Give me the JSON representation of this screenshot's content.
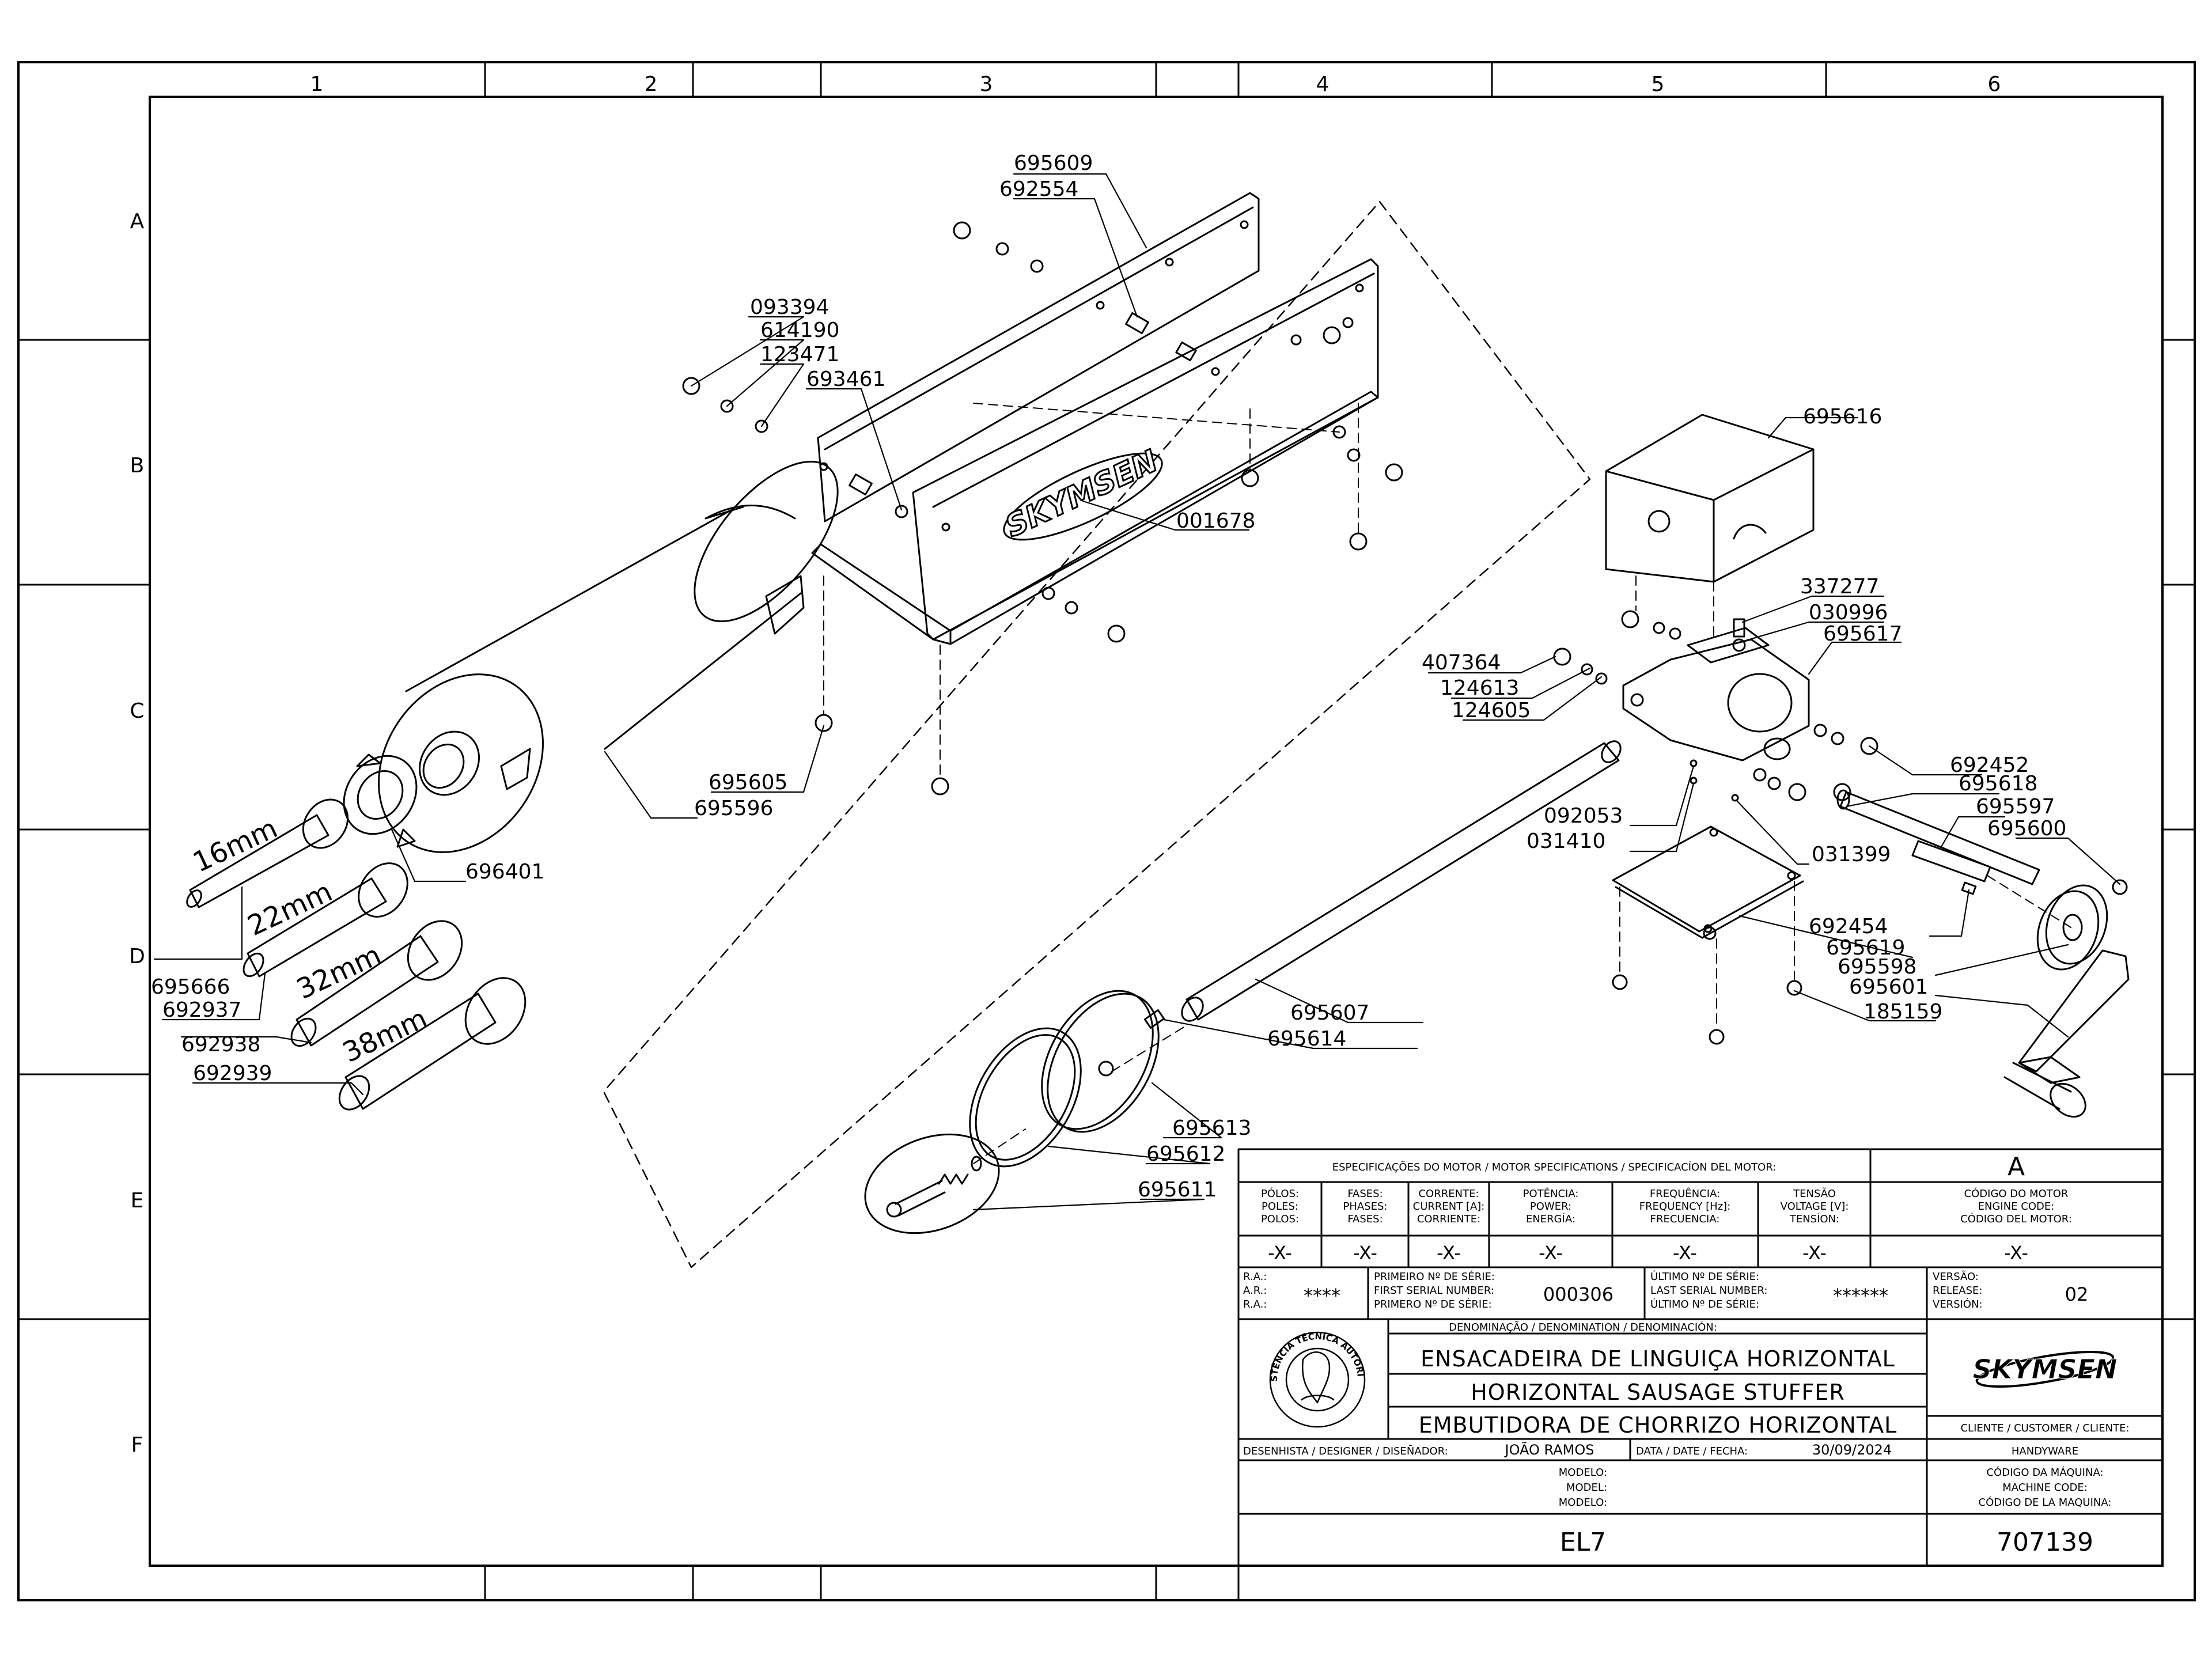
{
  "grid": {
    "columns": [
      "1",
      "2",
      "3",
      "4",
      "5",
      "6"
    ],
    "rows": [
      "A",
      "B",
      "C",
      "D",
      "E",
      "F"
    ]
  },
  "part_numbers": {
    "p695609": "695609",
    "p692554": "692554",
    "p093394": "093394",
    "p614190": "614190",
    "p123471": "123471",
    "p693461": "693461",
    "p001678": "001678",
    "p695605": "695605",
    "p695596": "695596",
    "p696401": "696401",
    "p695666": "695666",
    "p692937": "692937",
    "p692938": "692938",
    "p692939": "692939",
    "p695616": "695616",
    "p337277": "337277",
    "p030996": "030996",
    "p695617": "695617",
    "p407364": "407364",
    "p124613": "124613",
    "p124605": "124605",
    "p692452": "692452",
    "p695618": "695618",
    "p695597": "695597",
    "p695600": "695600",
    "p092053": "092053",
    "p031410": "031410",
    "p031399": "031399",
    "p692454": "692454",
    "p695619": "695619",
    "p695598": "695598",
    "p695601": "695601",
    "p185159": "185159",
    "p695607": "695607",
    "p695614": "695614",
    "p695613": "695613",
    "p695612": "695612",
    "p695611": "695611"
  },
  "sizes": {
    "s16": "16mm",
    "s22": "22mm",
    "s32": "32mm",
    "s38": "38mm"
  },
  "brand_logo_text": "SKYMSEN",
  "title_block": {
    "motor_specs_header": "ESPECIFICAÇÕES DO MOTOR / MOTOR SPECIFICATIONS / SPECIFICACÍON DEL MOTOR:",
    "revision_letter": "A",
    "poles": [
      "PÓLOS:",
      "POLES:",
      "POLOS:"
    ],
    "phases": [
      "FASES:",
      "PHASES:",
      "FASES:"
    ],
    "current": [
      "CORRENTE:",
      "CURRENT [A]:",
      "CORRIENTE:"
    ],
    "power": [
      "POTÊNCIA:",
      "POWER:",
      "ENERGÍA:"
    ],
    "frequency": [
      "FREQUÊNCIA:",
      "FREQUENCY [Hz]:",
      "FRECUENCIA:"
    ],
    "voltage": [
      "TENSÃO",
      "VOLTAGE [V]:",
      "TENSÍON:"
    ],
    "engine_code": [
      "CÓDIGO DO MOTOR",
      "ENGINE CODE:",
      "CÓDIGO DEL MOTOR:"
    ],
    "spec_value": "-X-",
    "ra": [
      "R.A.:",
      "A.R.:",
      "R.A.:"
    ],
    "ra_value": "****",
    "first_serial": [
      "PRIMEIRO Nº DE SÉRIE:",
      "FIRST SERIAL NUMBER:",
      "PRIMERO Nº DE SÉRIE:"
    ],
    "first_serial_value": "000306",
    "last_serial": [
      "ÚLTIMO Nº DE SÉRIE:",
      "LAST SERIAL NUMBER:",
      "ÚLTIMO Nº DE SÉRIE:"
    ],
    "last_serial_value": "******",
    "version": [
      "VERSÃO:",
      "RELEASE:",
      "VERSIÓN:"
    ],
    "version_value": "02",
    "denomination_header": "DENOMINAÇÃO / DENOMINATION / DENOMINACIÓN:",
    "title_pt": "ENSACADEIRA DE LINGUIÇA HORIZONTAL",
    "title_en": "HORIZONTAL SAUSAGE STUFFER",
    "title_es": "EMBUTIDORA DE CHORRIZO HORIZONTAL",
    "seal_text": "ASSISTÊNCIA TÉCNICA AUTORIZADA",
    "customer_label": "CLIENTE / CUSTOMER / CLIENTE:",
    "customer_value": "HANDYWARE",
    "designer_label": "DESENHISTA / DESIGNER / DISEÑADOR:",
    "designer_value": "JOÃO RAMOS",
    "date_label": "DATA / DATE / FECHA:",
    "date_value": "30/09/2024",
    "machine_code": [
      "CÓDIGO DA MÁQUINA:",
      "MACHINE CODE:",
      "CÓDIGO DE LA MAQUINA:"
    ],
    "model": [
      "MODELO:",
      "MODEL:",
      "MODELO:"
    ],
    "model_value": "EL7",
    "machine_code_value": "707139"
  },
  "colors": {
    "line": "#000000",
    "paper": "#ffffff"
  }
}
